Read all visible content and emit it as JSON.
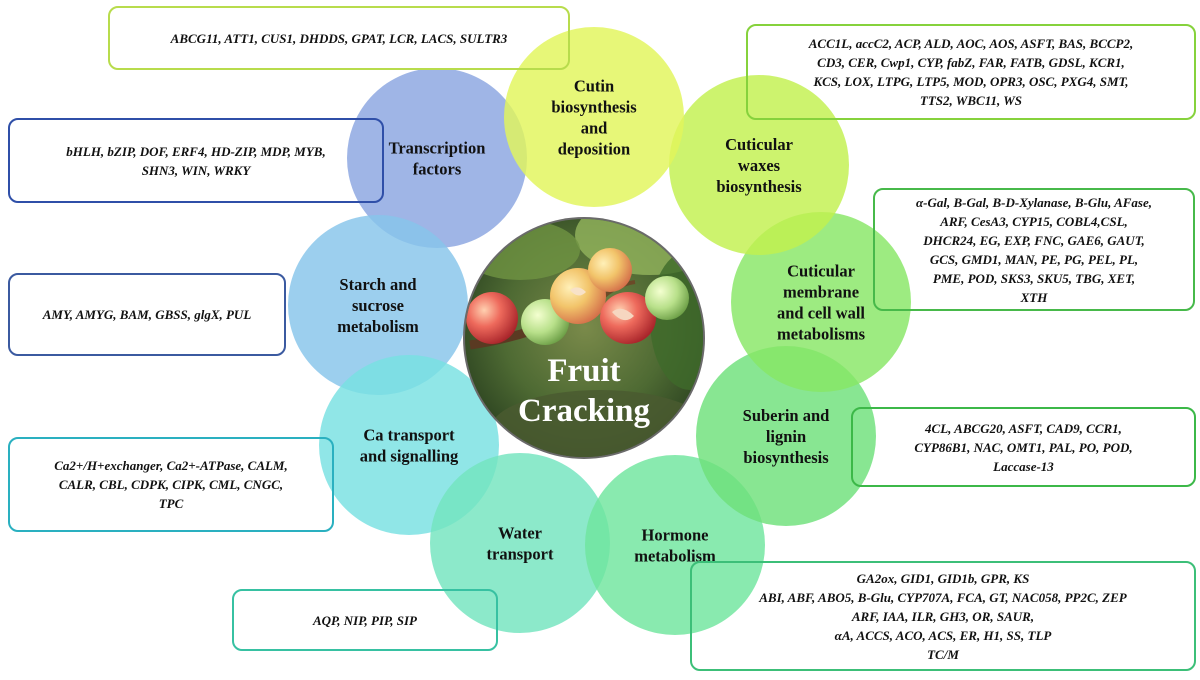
{
  "center": {
    "title_line1": "Fruit",
    "title_line2": "Cracking"
  },
  "categories": [
    {
      "key": "cutin",
      "label_lines": [
        "Cutin",
        "biosynthesis",
        "and",
        "deposition"
      ],
      "fill": "#e2f55a",
      "border": "#b8dc4c",
      "genes": "ABCG11, ATT1, CUS1, DHDDS, GPAT, LCR, LACS, SULTR3"
    },
    {
      "key": "waxes",
      "label_lines": [
        "Cuticular",
        "waxes",
        "biosynthesis"
      ],
      "fill": "#c2f04e",
      "border": "#86d23c",
      "genes": "ACC1L, accC2, ACP, ALD, AOC, AOS, ASFT, BAS, BCCP2,\nCD3, CER, Cwp1, CYP, fabZ, FAR, FATB, GDSL, KCR1,\nKCS, LOX, LTPG, LTP5, MOD, OPR3, OSC, PXG4, SMT,\nTTS2, WBC11, WS"
    },
    {
      "key": "cellwall",
      "label_lines": [
        "Cuticular",
        "membrane",
        "and cell wall",
        "metabolisms"
      ],
      "fill": "#88e665",
      "border": "#47b94a",
      "genes": "α-Gal, Β-Gal, Β-D-Xylanase, Β-Glu, AFase,\nARF, CesA3, CYP15, COBL4,CSL,\nDHCR24, EG, EXP, FNC, GAE6, GAUT,\nGCS, GMD1, MAN, PE, PG, PEL, PL,\nPME, POD, SKS3, SKU5, TBG, XET,\nXTH"
    },
    {
      "key": "suberin",
      "label_lines": [
        "Suberin and",
        "lignin",
        "biosynthesis"
      ],
      "fill": "#6ee17a",
      "border": "#3cb848",
      "genes": "4CL, ABCG20, ASFT, CAD9, CCR1,\nCYP86B1, NAC, OMT1, PAL, PO, POD,\nLaccase-13"
    },
    {
      "key": "hormone",
      "label_lines": [
        "Hormone",
        "metabolism"
      ],
      "fill": "#6fe59d",
      "border": "#3cbf78",
      "genes": "GA2ox, GID1, GID1b, GPR, KS\nABI, ABF, ABO5, Β-Glu, CYP707A, FCA, GT, NAC058, PP2C, ZEP\nARF, IAA, ILR, GH3, OR, SAUR,\nαA, ACCS, ACO, ACS, ER, H1, SS, TLP\nTC/M"
    },
    {
      "key": "water",
      "label_lines": [
        "Water",
        "transport"
      ],
      "fill": "#73e4be",
      "border": "#37c1a2",
      "genes": "AQP, NIP, PIP, SIP"
    },
    {
      "key": "calcium",
      "label_lines": [
        "Ca transport",
        "and signalling"
      ],
      "fill": "#77e1e2",
      "border": "#2ab0c0",
      "genes": "Ca2+/H+exchanger, Ca2+-ATPase, CALM,\nCALR, CBL, CDPK, CIPK, CML, CNGC,\nTPC"
    },
    {
      "key": "starch",
      "label_lines": [
        "Starch and",
        "sucrose",
        "metabolism"
      ],
      "fill": "#86c5ea",
      "border": "#3b5aa0",
      "genes": "AMY, AMYG, BAM, GBSS, glgX, PUL"
    },
    {
      "key": "tf",
      "label_lines": [
        "Transcription",
        "factors"
      ],
      "fill": "#8aa5e0",
      "border": "#2f4fa8",
      "genes": "bHLH, bZIP, DOF, ERF4, HD-ZIP, MDP, MYB,\nSHN3, WIN, WRKY"
    }
  ]
}
